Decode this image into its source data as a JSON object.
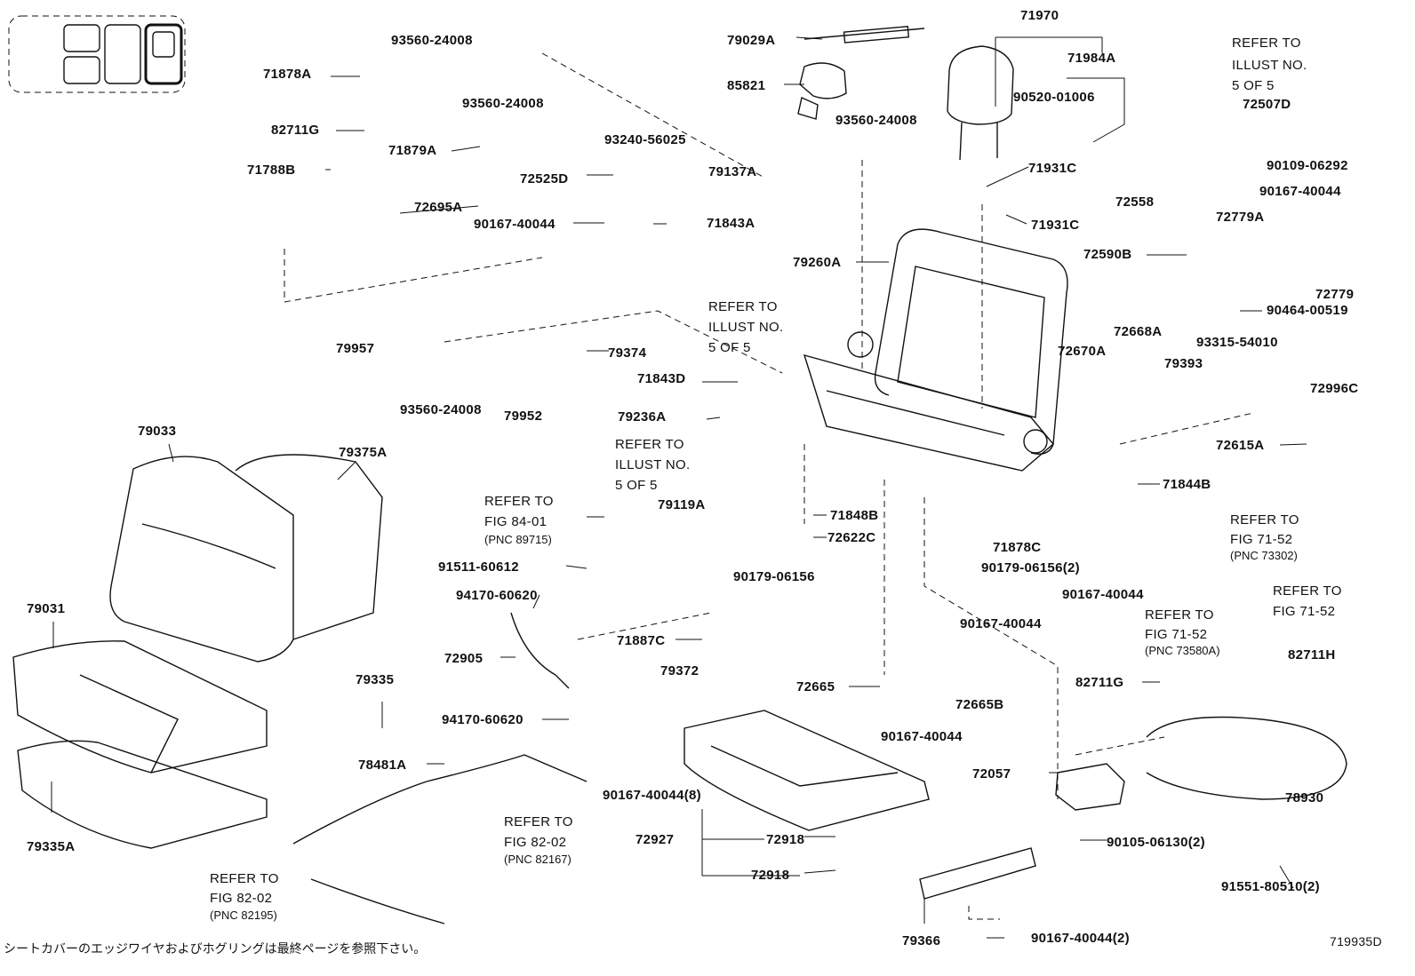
{
  "labels": [
    "71970",
    "79029A",
    "85821",
    "71984A",
    "90520-01006",
    "93560-24008",
    "93560-24008",
    "93560-24008",
    "71878A",
    "82711G",
    "71879A",
    "71788B",
    "72695A",
    "93240-56025",
    "72525D",
    "79137A",
    "90167-40044",
    "71843A",
    "71931C",
    "71931C",
    "72558",
    "72590B",
    "79260A",
    "72507D",
    "90109-06292",
    "90167-40044",
    "72779A",
    "72779",
    "90464-00519",
    "79957",
    "79374",
    "71843D",
    "72670A",
    "72668A",
    "79393",
    "93315-54010",
    "72996C",
    "72615A",
    "93560-24008",
    "79952",
    "79236A",
    "79033",
    "79375A",
    "79119A",
    "71848B",
    "72622C",
    "71844B",
    "71878C",
    "91511-60612",
    "90179-06156",
    "90179-06156(2)",
    "90167-40044",
    "94170-60620",
    "79031",
    "72905",
    "71887C",
    "90167-40044",
    "79335",
    "94170-60620",
    "79372",
    "72665",
    "72665B",
    "82711G",
    "82711H",
    "90167-40044",
    "78481A",
    "72057",
    "78930",
    "90167-40044(8)",
    "79335A",
    "72927",
    "72918",
    "72918",
    "90105-06130(2)",
    "91551-80510(2)",
    "79366",
    "90167-40044(2)"
  ],
  "refers": [
    "REFER TO",
    "ILLUST NO.",
    "5 OF 5",
    "REFER TO",
    "ILLUST NO.",
    "5 OF 5",
    "REFER TO",
    "ILLUST NO.",
    "5 OF 5",
    "REFER TO",
    "FIG 84-01",
    "(PNC 89715)",
    "REFER TO",
    "FIG 71-52",
    "(PNC 73302)",
    "REFER TO",
    "FIG 71-52",
    "REFER TO",
    "FIG 71-52",
    "(PNC 73580A)",
    "REFER TO",
    "FIG 82-02",
    "(PNC 82167)",
    "REFER TO",
    "FIG 82-02",
    "(PNC 82195)"
  ],
  "footer_note": "シートカバーのエッジワイヤおよびホグリングは最終ページを参照下さい。",
  "figure_code": "719935D"
}
